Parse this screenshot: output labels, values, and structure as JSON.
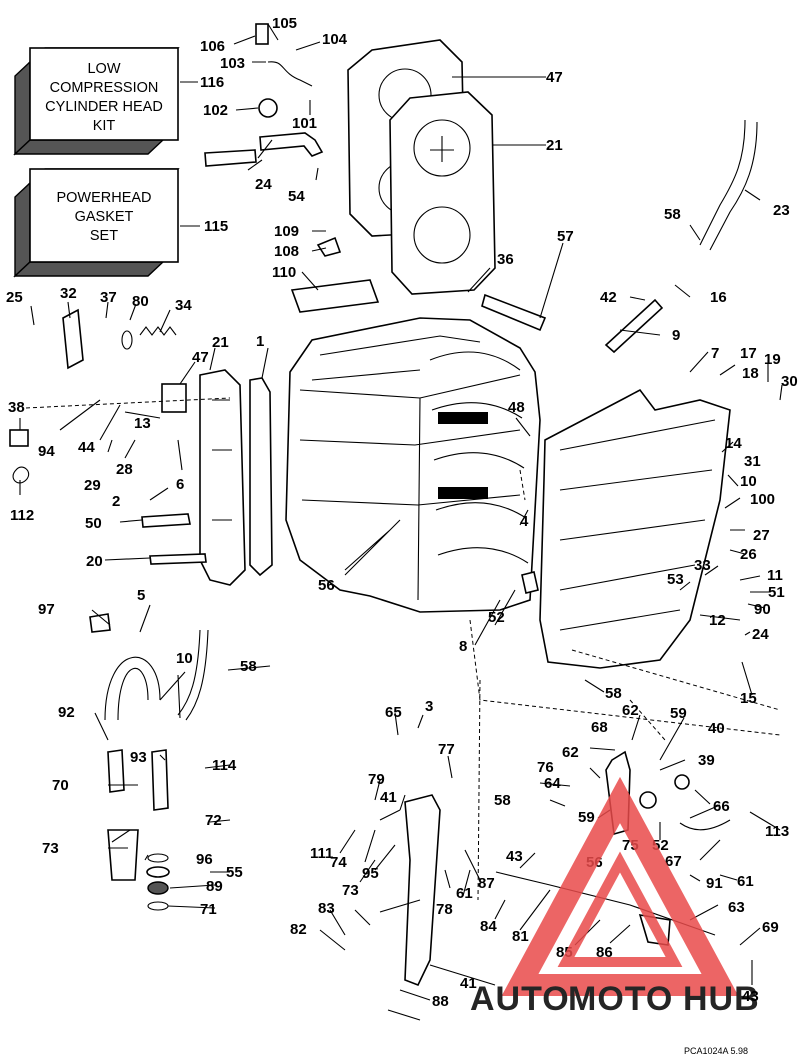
{
  "kits": [
    {
      "lines": [
        "LOW",
        "COMPRESSION",
        "CYLINDER HEAD",
        "KIT"
      ],
      "number": "116"
    },
    {
      "lines": [
        "POWERHEAD",
        "GASKET",
        "SET"
      ],
      "number": "115"
    }
  ],
  "callouts": [
    "106",
    "105",
    "104",
    "103",
    "47",
    "102",
    "101",
    "21",
    "24",
    "54",
    "23",
    "58",
    "109",
    "108",
    "110",
    "36",
    "57",
    "16",
    "25",
    "32",
    "37",
    "80",
    "34",
    "42",
    "9",
    "7",
    "17",
    "19",
    "18",
    "30",
    "38",
    "47",
    "21",
    "1",
    "48",
    "94",
    "44",
    "13",
    "14",
    "10",
    "31",
    "29",
    "28",
    "6",
    "100",
    "112",
    "2",
    "4",
    "27",
    "50",
    "26",
    "20",
    "33",
    "11",
    "56",
    "53",
    "51",
    "90",
    "97",
    "5",
    "8",
    "52",
    "12",
    "24",
    "58",
    "10",
    "15",
    "58",
    "92",
    "65",
    "3",
    "62",
    "68",
    "59",
    "40",
    "93",
    "77",
    "39",
    "114",
    "70",
    "79",
    "62",
    "76",
    "64",
    "66",
    "58",
    "72",
    "41",
    "59",
    "75",
    "52",
    "113",
    "73",
    "111",
    "74",
    "95",
    "96",
    "55",
    "89",
    "71",
    "87",
    "43",
    "56",
    "67",
    "91",
    "61",
    "73",
    "61",
    "78",
    "83",
    "84",
    "81",
    "63",
    "82",
    "85",
    "86",
    "69",
    "41",
    "88",
    "43"
  ],
  "watermark": {
    "auto": "AUTO",
    "moto": "MOTO",
    "hub": "HUB",
    "colors": {
      "brand": "#e94b4b",
      "dark": "#6e6e6e"
    }
  },
  "reference": "PCA1024A  5.98"
}
